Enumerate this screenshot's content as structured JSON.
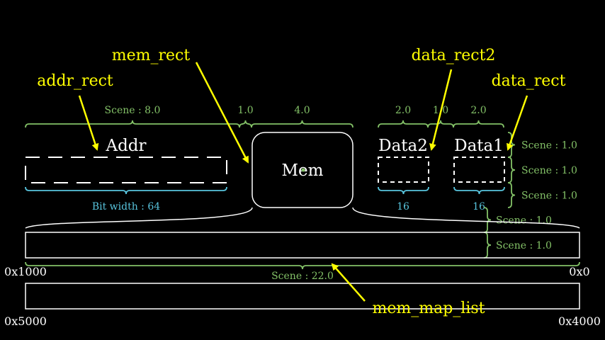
{
  "colors": {
    "background": "#000000",
    "annotation": "#ffff00",
    "scene_brace": "#83c167",
    "bit_brace": "#58c4dd",
    "shape": "#ffffff"
  },
  "annotations": {
    "mem_rect": "mem_rect",
    "addr_rect": "addr_rect",
    "data_rect2": "data_rect2",
    "data_rect": "data_rect",
    "mem_map_list": "mem_map_list"
  },
  "boxes": {
    "addr": "Addr",
    "mem": "Mem",
    "data2": "Data2",
    "data1": "Data1"
  },
  "top_braces": [
    "Scene : 8.0",
    "1.0",
    "4.0",
    "2.0",
    "1.0",
    "2.0"
  ],
  "bit_braces": {
    "addr": "Bit width : 64",
    "data2": "16",
    "data1": "16"
  },
  "right_braces": [
    "Scene : 1.0",
    "Scene : 1.0",
    "Scene : 1.0"
  ],
  "map_braces": [
    "Scene : 1.0",
    "Scene : 1.0"
  ],
  "bottom_brace": "Scene : 22.0",
  "addresses": {
    "row1_left": "0x1000",
    "row1_right": "0x0",
    "row2_left": "0x5000",
    "row2_right": "0x4000"
  }
}
